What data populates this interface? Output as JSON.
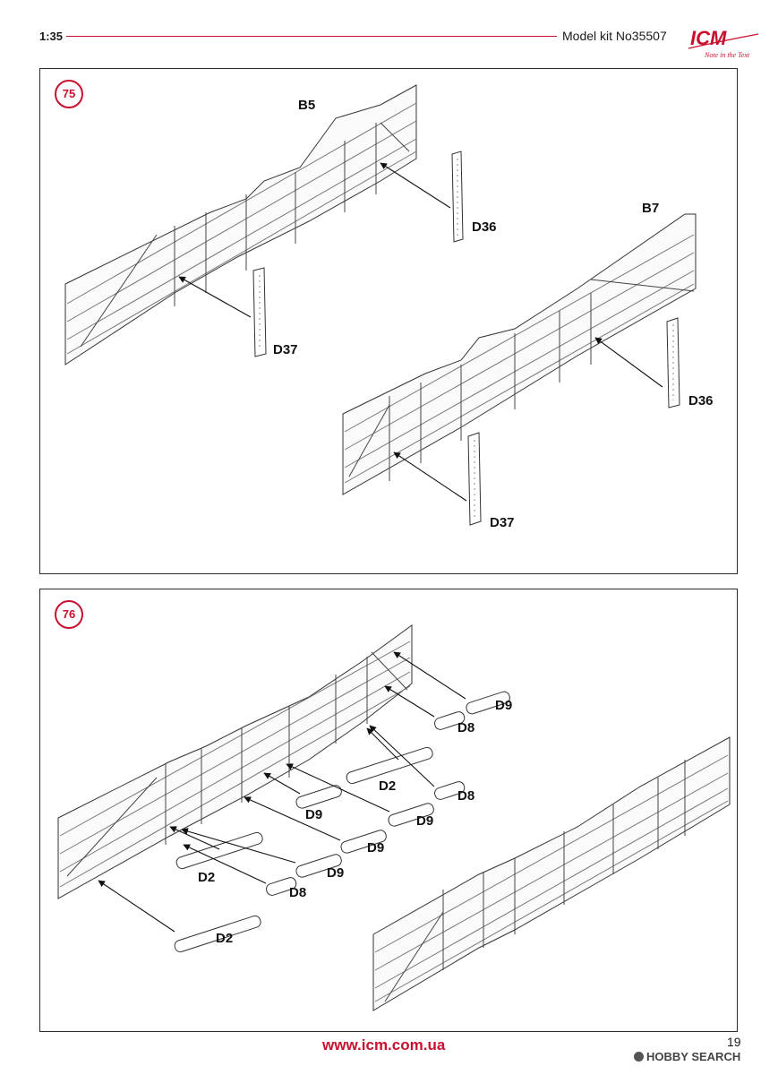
{
  "header": {
    "scale": "1:35",
    "kit": "Model kit No35507",
    "logo": "ICM",
    "logo_tagline": "Note in the Text",
    "accent_color": "#c8102e"
  },
  "steps": [
    {
      "number": "75",
      "labels": {
        "b5": "B5",
        "b7": "B7",
        "d36a": "D36",
        "d37a": "D37",
        "d36b": "D36",
        "d37b": "D37"
      }
    },
    {
      "number": "76",
      "labels": {
        "d9a": "D9",
        "d8a": "D8",
        "d2a": "D2",
        "d8b": "D8",
        "d9b": "D9",
        "d9c": "D9",
        "d9d": "D9",
        "d9e": "D9",
        "d2b": "D2",
        "d8c": "D8",
        "d2c": "D2"
      }
    }
  ],
  "footer": {
    "url": "www.icm.com.ua",
    "page": "19",
    "watermark": "HOBBY SEARCH"
  }
}
